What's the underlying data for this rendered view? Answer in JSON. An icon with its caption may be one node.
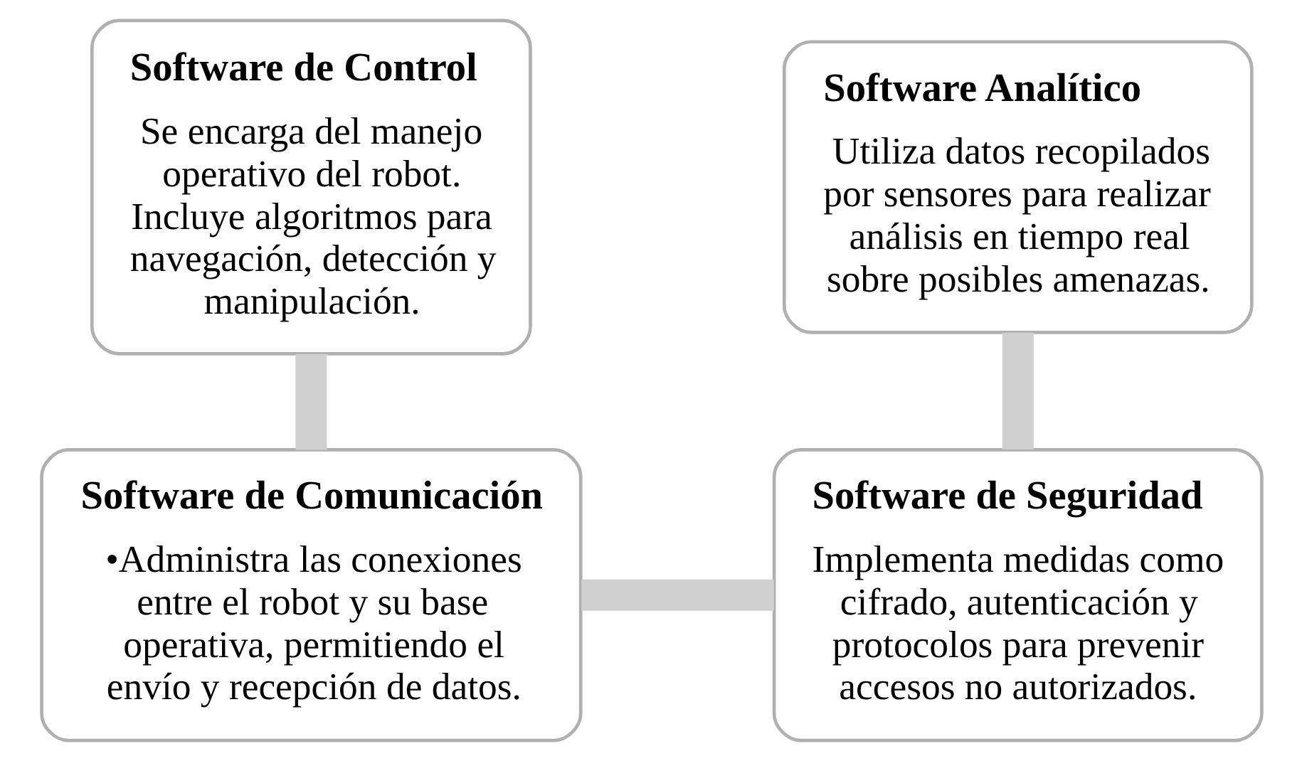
{
  "diagram": {
    "nodes": [
      {
        "text": [
          "Software de Control",
          "Se encarga del manejo operativo del robot. Incluye algoritmos para navegación, detección y manipulación."
        ]
      },
      {
        "text": [
          "Software Analítico",
          "Utiliza datos recopilados por sensores para realizar análisis en tiempo real sobre posibles amenazas."
        ]
      },
      {
        "text": [
          "Software de Comunicación",
          "•Administra las conexiones entre el robot y su base operativa, permitiendo el envío y recepción de datos."
        ]
      },
      {
        "text": [
          "Software de Seguridad",
          "Implementa medidas como cifrado, autenticación y protocolos para prevenir accesos no autorizados."
        ]
      }
    ],
    "edges": [
      {
        "from": 0,
        "to": 2,
        "arrow": "none"
      },
      {
        "from": 2,
        "to": 3,
        "arrow": "none"
      },
      {
        "from": 3,
        "to": 1,
        "arrow": "none"
      }
    ]
  }
}
